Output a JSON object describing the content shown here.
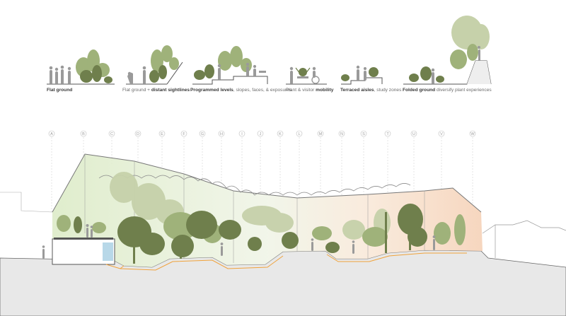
{
  "captions": [
    {
      "id": "flat",
      "bold_before": "Flat ground",
      "normal": "",
      "bold_after": ""
    },
    {
      "id": "sightlines",
      "bold_before": "",
      "normal": "Flat ground + ",
      "bold_after": "distant sightlines"
    },
    {
      "id": "levels",
      "bold_before": "Programmed levels",
      "normal": ", slopes, faces, & exposures",
      "bold_after": ""
    },
    {
      "id": "mobility",
      "bold_before": "",
      "normal": "Plant & visitor ",
      "bold_after": "mobility"
    },
    {
      "id": "terraced",
      "bold_before": "Terraced aisles",
      "normal": ", study zones",
      "bold_after": ""
    },
    {
      "id": "folded",
      "bold_before": "Folded ground",
      "normal": " diversify plant experiences",
      "bold_after": ""
    }
  ],
  "grid_labels": [
    "A",
    "B",
    "C",
    "D",
    "E",
    "F",
    "G",
    "H",
    "I",
    "J",
    "K",
    "L",
    "M",
    "N",
    "S",
    "T",
    "U",
    "V",
    "W"
  ],
  "colors": {
    "plant_dark": "#6f7f4c",
    "plant_light": "#a7b783",
    "plant_pale": "#c6d1aa",
    "glass_green": "#dcebc7",
    "glass_orange": "#f6d9c2",
    "figure": "#9a9a9a",
    "ground": "#e6e6e6",
    "orange_line": "#f0a23a",
    "structure": "#777777"
  }
}
